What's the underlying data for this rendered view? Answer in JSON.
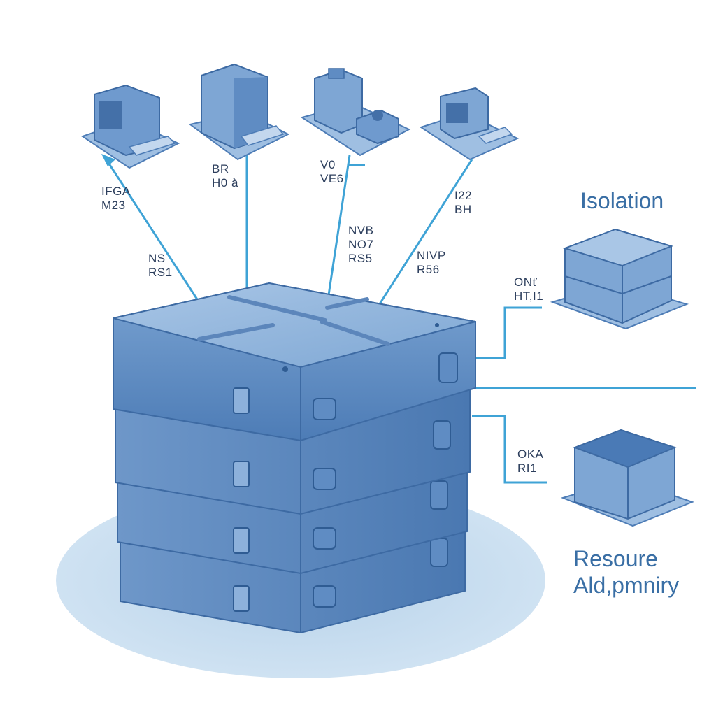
{
  "labels": {
    "link1": [
      "IFGA",
      "M23"
    ],
    "link1b": [
      "NS",
      "RS1"
    ],
    "link2": [
      "BR",
      "H0 à"
    ],
    "link3": [
      "V0",
      "VE6"
    ],
    "link3b": [
      "NVB",
      "NO7",
      "RS5"
    ],
    "link4": [
      "I22",
      "BH"
    ],
    "link4b": [
      "NIVP",
      "R56"
    ],
    "upper_link": [
      "ONť",
      "HT,I1"
    ],
    "lower_link": [
      "OKA",
      "RI1"
    ]
  },
  "headings": {
    "isolation": "Isolation",
    "resource_l1": "Resoure",
    "resource_l2": "Ald,pmniry"
  },
  "colors": {
    "line": "#3fa3d6",
    "server_top": "#86aed9",
    "server_side": "#5b88bf",
    "server_dark": "#3d6aa3",
    "ground": "#bcd6ec",
    "text": "#2c3e5c",
    "heading": "#3a6fa5"
  },
  "icons": [
    "workstation-icon",
    "tower-computer-icon",
    "server-cluster-icon",
    "desktop-computer-icon",
    "isolated-server-icon",
    "resource-server-icon",
    "storage-stack-icon"
  ]
}
